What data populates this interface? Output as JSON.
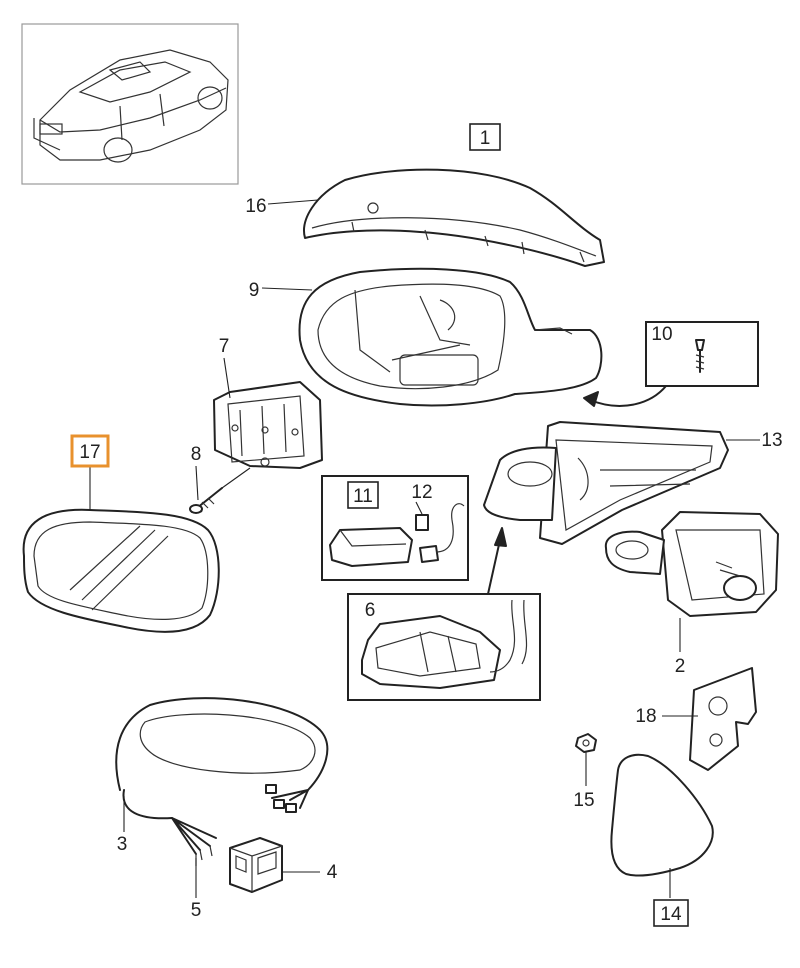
{
  "callouts": {
    "c1": "1",
    "c2": "2",
    "c3": "3",
    "c4": "4",
    "c5": "5",
    "c6": "6",
    "c7": "7",
    "c8": "8",
    "c9": "9",
    "c10": "10",
    "c11": "11",
    "c12": "12",
    "c13": "13",
    "c14": "14",
    "c15": "15",
    "c16": "16",
    "c17": "17",
    "c18": "18"
  },
  "colors": {
    "highlight": "#e8912d",
    "line": "#222222",
    "background": "#ffffff"
  }
}
